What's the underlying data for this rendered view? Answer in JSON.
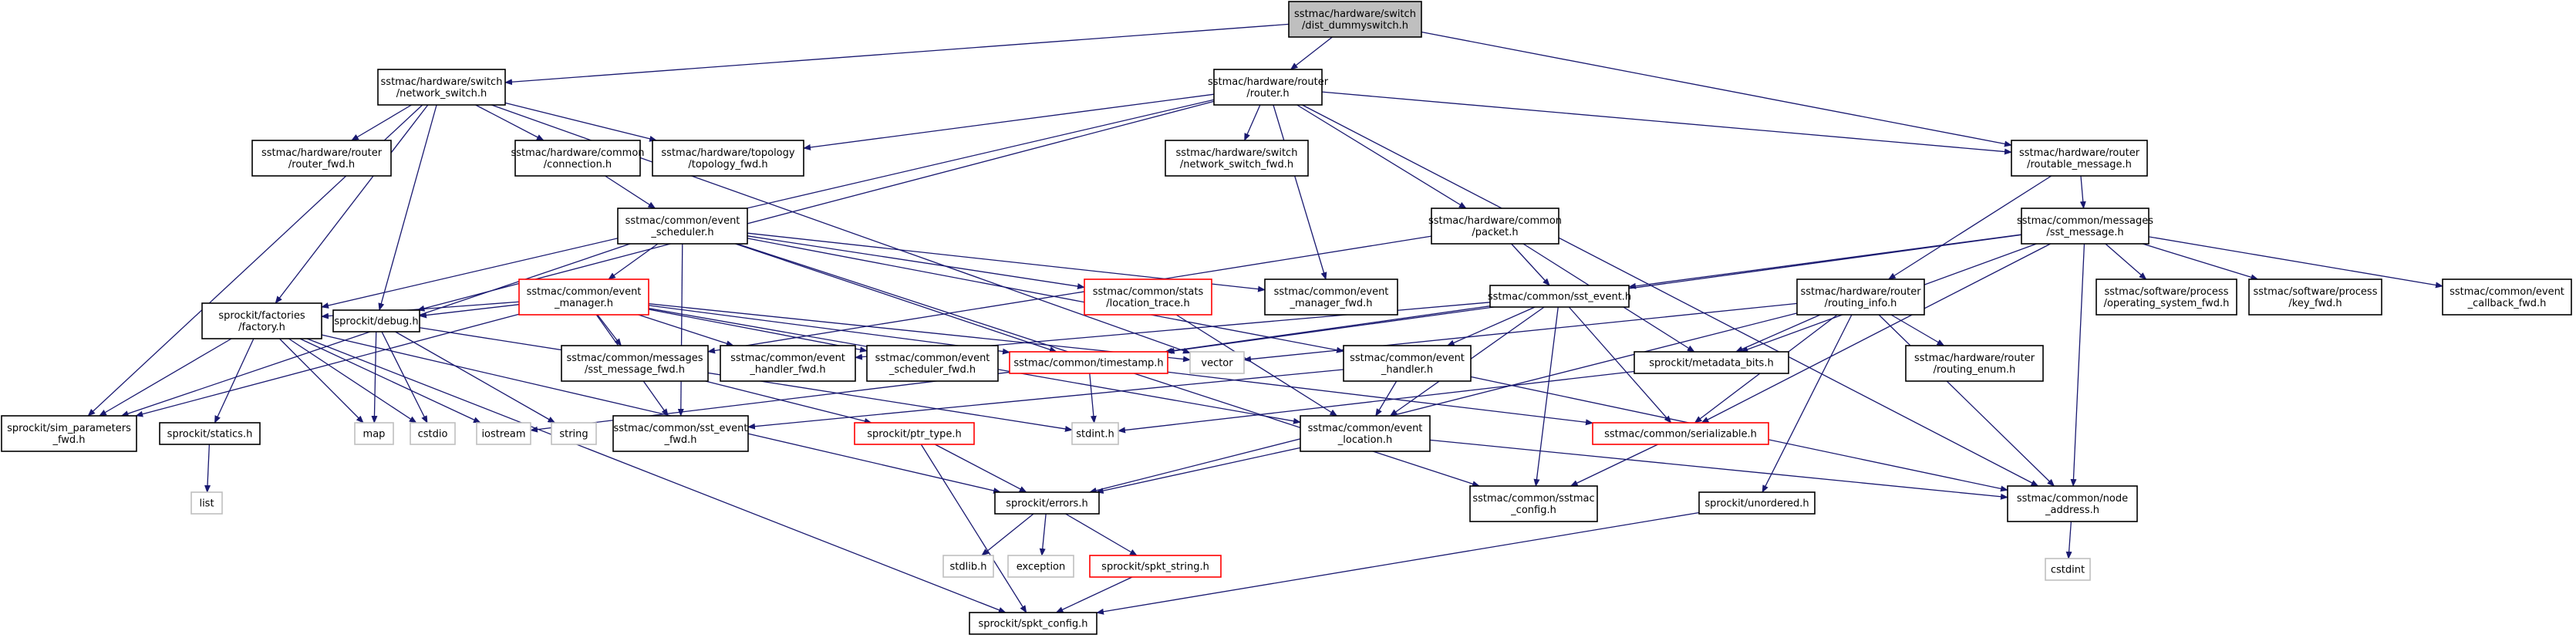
{
  "colors": {
    "root_fill": "#bfbfbf",
    "node_fill": "#ffffff",
    "node_border": "#000000",
    "missing_border": "#bfbfbf",
    "error_border": "#ff0000",
    "edge": "#191970"
  },
  "nodes": [
    {
      "id": "root",
      "lines": [
        "sstmac/hardware/switch",
        "/dist_dummyswitch.h"
      ],
      "style": "root"
    },
    {
      "id": "network_switch",
      "lines": [
        "sstmac/hardware/switch",
        "/network_switch.h"
      ],
      "style": "normal"
    },
    {
      "id": "router",
      "lines": [
        "sstmac/hardware/router",
        "/router.h"
      ],
      "style": "normal"
    },
    {
      "id": "routable_message",
      "lines": [
        "sstmac/hardware/router",
        "/routable_message.h"
      ],
      "style": "normal"
    },
    {
      "id": "router_fwd",
      "lines": [
        "sstmac/hardware/router",
        "/router_fwd.h"
      ],
      "style": "normal"
    },
    {
      "id": "connection",
      "lines": [
        "sstmac/hardware/common",
        "/connection.h"
      ],
      "style": "normal"
    },
    {
      "id": "topology_fwd",
      "lines": [
        "sstmac/hardware/topology",
        "/topology_fwd.h"
      ],
      "style": "normal"
    },
    {
      "id": "network_switch_fwd",
      "lines": [
        "sstmac/hardware/switch",
        "/network_switch_fwd.h"
      ],
      "style": "normal"
    },
    {
      "id": "packet",
      "lines": [
        "sstmac/hardware/common",
        "/packet.h"
      ],
      "style": "normal"
    },
    {
      "id": "sst_message",
      "lines": [
        "sstmac/common/messages",
        "/sst_message.h"
      ],
      "style": "normal"
    },
    {
      "id": "event_scheduler",
      "lines": [
        "sstmac/common/event",
        "_scheduler.h"
      ],
      "style": "normal"
    },
    {
      "id": "event_manager",
      "lines": [
        "sstmac/common/event",
        "_manager.h"
      ],
      "style": "error"
    },
    {
      "id": "location_trace",
      "lines": [
        "sstmac/common/stats",
        "/location_trace.h"
      ],
      "style": "error"
    },
    {
      "id": "event_manager_fwd",
      "lines": [
        "sstmac/common/event",
        "_manager_fwd.h"
      ],
      "style": "normal"
    },
    {
      "id": "sst_event",
      "lines": [
        "sstmac/common/sst_event.h"
      ],
      "style": "normal"
    },
    {
      "id": "routing_info",
      "lines": [
        "sstmac/hardware/router",
        "/routing_info.h"
      ],
      "style": "normal"
    },
    {
      "id": "operating_system_fwd",
      "lines": [
        "sstmac/software/process",
        "/operating_system_fwd.h"
      ],
      "style": "normal"
    },
    {
      "id": "key_fwd",
      "lines": [
        "sstmac/software/process",
        "/key_fwd.h"
      ],
      "style": "normal"
    },
    {
      "id": "event_callback_fwd",
      "lines": [
        "sstmac/common/event",
        "_callback_fwd.h"
      ],
      "style": "normal"
    },
    {
      "id": "factory",
      "lines": [
        "sprockit/factories",
        "/factory.h"
      ],
      "style": "normal"
    },
    {
      "id": "debug",
      "lines": [
        "sprockit/debug.h"
      ],
      "style": "normal"
    },
    {
      "id": "sst_message_fwd",
      "lines": [
        "sstmac/common/messages",
        "/sst_message_fwd.h"
      ],
      "style": "normal"
    },
    {
      "id": "event_handler_fwd",
      "lines": [
        "sstmac/common/event",
        "_handler_fwd.h"
      ],
      "style": "normal"
    },
    {
      "id": "event_scheduler_fwd",
      "lines": [
        "sstmac/common/event",
        "_scheduler_fwd.h"
      ],
      "style": "normal"
    },
    {
      "id": "timestamp",
      "lines": [
        "sstmac/common/timestamp.h"
      ],
      "style": "error"
    },
    {
      "id": "vector",
      "lines": [
        "vector"
      ],
      "style": "missing"
    },
    {
      "id": "event_handler",
      "lines": [
        "sstmac/common/event",
        "_handler.h"
      ],
      "style": "normal"
    },
    {
      "id": "metadata_bits",
      "lines": [
        "sprockit/metadata_bits.h"
      ],
      "style": "normal"
    },
    {
      "id": "routing_enum",
      "lines": [
        "sstmac/hardware/router",
        "/routing_enum.h"
      ],
      "style": "normal"
    },
    {
      "id": "sim_parameters_fwd",
      "lines": [
        "sprockit/sim_parameters",
        "_fwd.h"
      ],
      "style": "normal"
    },
    {
      "id": "statics",
      "lines": [
        "sprockit/statics.h"
      ],
      "style": "normal"
    },
    {
      "id": "map",
      "lines": [
        "map"
      ],
      "style": "missing"
    },
    {
      "id": "cstdio",
      "lines": [
        "cstdio"
      ],
      "style": "missing"
    },
    {
      "id": "iostream",
      "lines": [
        "iostream"
      ],
      "style": "missing"
    },
    {
      "id": "string",
      "lines": [
        "string"
      ],
      "style": "missing"
    },
    {
      "id": "sst_event_fwd",
      "lines": [
        "sstmac/common/sst_event",
        "_fwd.h"
      ],
      "style": "normal"
    },
    {
      "id": "ptr_type",
      "lines": [
        "sprockit/ptr_type.h"
      ],
      "style": "error"
    },
    {
      "id": "stdint",
      "lines": [
        "stdint.h"
      ],
      "style": "missing"
    },
    {
      "id": "event_location",
      "lines": [
        "sstmac/common/event",
        "_location.h"
      ],
      "style": "normal"
    },
    {
      "id": "serializable",
      "lines": [
        "sstmac/common/serializable.h"
      ],
      "style": "error"
    },
    {
      "id": "list",
      "lines": [
        "list"
      ],
      "style": "missing"
    },
    {
      "id": "errors",
      "lines": [
        "sprockit/errors.h"
      ],
      "style": "normal"
    },
    {
      "id": "sstmac_config",
      "lines": [
        "sstmac/common/sstmac",
        "_config.h"
      ],
      "style": "normal"
    },
    {
      "id": "unordered",
      "lines": [
        "sprockit/unordered.h"
      ],
      "style": "normal"
    },
    {
      "id": "node_address",
      "lines": [
        "sstmac/common/node",
        "_address.h"
      ],
      "style": "normal"
    },
    {
      "id": "cstdint",
      "lines": [
        "cstdint"
      ],
      "style": "missing"
    },
    {
      "id": "stdlib",
      "lines": [
        "stdlib.h"
      ],
      "style": "missing"
    },
    {
      "id": "exception",
      "lines": [
        "exception"
      ],
      "style": "missing"
    },
    {
      "id": "spkt_string",
      "lines": [
        "sprockit/spkt_string.h"
      ],
      "style": "error"
    },
    {
      "id": "spkt_config",
      "lines": [
        "sprockit/spkt_config.h"
      ],
      "style": "normal"
    }
  ],
  "edges": [
    [
      "root",
      "network_switch"
    ],
    [
      "root",
      "router"
    ],
    [
      "root",
      "routable_message"
    ],
    [
      "network_switch",
      "router_fwd"
    ],
    [
      "network_switch",
      "connection"
    ],
    [
      "network_switch",
      "topology_fwd"
    ],
    [
      "network_switch",
      "factory"
    ],
    [
      "network_switch",
      "debug"
    ],
    [
      "network_switch",
      "sim_parameters_fwd"
    ],
    [
      "network_switch",
      "vector"
    ],
    [
      "router",
      "routable_message"
    ],
    [
      "router",
      "topology_fwd"
    ],
    [
      "router",
      "network_switch_fwd"
    ],
    [
      "router",
      "packet"
    ],
    [
      "router",
      "event_manager_fwd"
    ],
    [
      "router",
      "node_address"
    ],
    [
      "router",
      "factory"
    ],
    [
      "router",
      "debug"
    ],
    [
      "connection",
      "event_scheduler"
    ],
    [
      "event_scheduler",
      "event_manager"
    ],
    [
      "event_scheduler",
      "location_trace"
    ],
    [
      "event_scheduler",
      "event_manager_fwd"
    ],
    [
      "event_scheduler",
      "event_handler"
    ],
    [
      "event_scheduler",
      "timestamp"
    ],
    [
      "event_scheduler",
      "sst_event_fwd"
    ],
    [
      "event_scheduler",
      "sstmac_config"
    ],
    [
      "event_scheduler",
      "sim_parameters_fwd"
    ],
    [
      "event_manager",
      "factory"
    ],
    [
      "event_manager",
      "debug"
    ],
    [
      "event_manager",
      "sst_message_fwd"
    ],
    [
      "event_manager",
      "event_handler_fwd"
    ],
    [
      "event_manager",
      "event_scheduler_fwd"
    ],
    [
      "event_manager",
      "timestamp"
    ],
    [
      "event_manager",
      "vector"
    ],
    [
      "event_manager",
      "sst_event_fwd"
    ],
    [
      "event_manager",
      "event_location"
    ],
    [
      "event_manager",
      "sim_parameters_fwd"
    ],
    [
      "location_trace",
      "event_location"
    ],
    [
      "packet",
      "sst_event"
    ],
    [
      "packet",
      "metadata_bits"
    ],
    [
      "packet",
      "sst_message_fwd"
    ],
    [
      "routable_message",
      "sst_message"
    ],
    [
      "routable_message",
      "routing_info"
    ],
    [
      "sst_message",
      "sst_event"
    ],
    [
      "sst_message",
      "operating_system_fwd"
    ],
    [
      "sst_message",
      "key_fwd"
    ],
    [
      "sst_message",
      "event_callback_fwd"
    ],
    [
      "sst_message",
      "node_address"
    ],
    [
      "sst_message",
      "serializable"
    ],
    [
      "sst_message",
      "metadata_bits"
    ],
    [
      "sst_message",
      "timestamp"
    ],
    [
      "sst_event",
      "event_handler"
    ],
    [
      "sst_event",
      "timestamp"
    ],
    [
      "sst_event",
      "serializable"
    ],
    [
      "sst_event",
      "event_location"
    ],
    [
      "sst_event",
      "sstmac_config"
    ],
    [
      "sst_event",
      "event_handler_fwd"
    ],
    [
      "routing_info",
      "routing_enum"
    ],
    [
      "routing_info",
      "metadata_bits"
    ],
    [
      "routing_info",
      "node_address"
    ],
    [
      "routing_info",
      "serializable"
    ],
    [
      "routing_info",
      "errors"
    ],
    [
      "routing_info",
      "unordered"
    ],
    [
      "routing_info",
      "vector"
    ],
    [
      "factory",
      "sim_parameters_fwd"
    ],
    [
      "factory",
      "statics"
    ],
    [
      "factory",
      "map"
    ],
    [
      "factory",
      "cstdio"
    ],
    [
      "factory",
      "iostream"
    ],
    [
      "factory",
      "errors"
    ],
    [
      "factory",
      "spkt_config"
    ],
    [
      "debug",
      "map"
    ],
    [
      "debug",
      "cstdio"
    ],
    [
      "debug",
      "string"
    ],
    [
      "debug",
      "stdint"
    ],
    [
      "timestamp",
      "stdint"
    ],
    [
      "timestamp",
      "iostream"
    ],
    [
      "timestamp",
      "serializable"
    ],
    [
      "event_handler",
      "event_location"
    ],
    [
      "event_handler",
      "node_address"
    ],
    [
      "event_handler",
      "sst_event_fwd"
    ],
    [
      "metadata_bits",
      "stdint"
    ],
    [
      "statics",
      "list"
    ],
    [
      "ptr_type",
      "errors"
    ],
    [
      "ptr_type",
      "spkt_config"
    ],
    [
      "sst_message_fwd",
      "ptr_type"
    ],
    [
      "event_location",
      "errors"
    ],
    [
      "event_location",
      "node_address"
    ],
    [
      "serializable",
      "sstmac_config"
    ],
    [
      "errors",
      "stdlib"
    ],
    [
      "errors",
      "exception"
    ],
    [
      "errors",
      "spkt_string"
    ],
    [
      "spkt_string",
      "spkt_config"
    ],
    [
      "unordered",
      "spkt_config"
    ],
    [
      "node_address",
      "cstdint"
    ]
  ]
}
